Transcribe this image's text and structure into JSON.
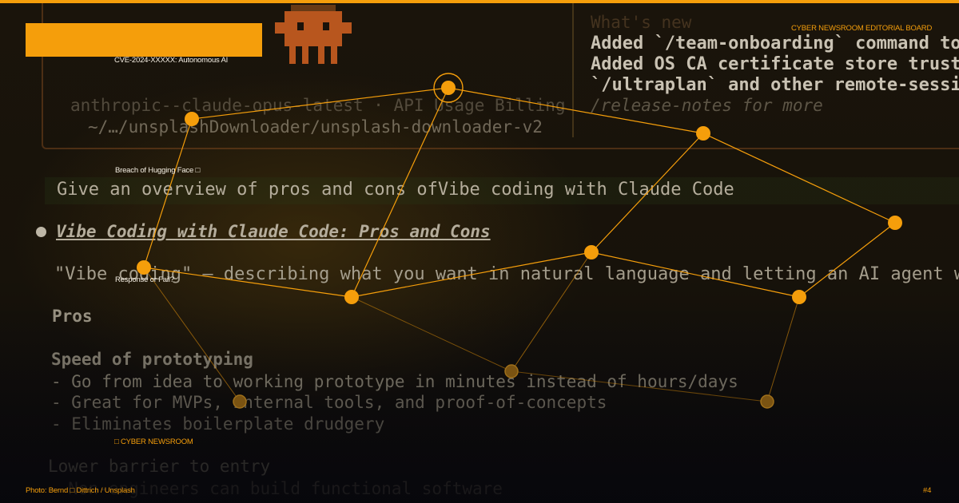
{
  "header": {
    "cve_title": "CVE-2024-XXXXX: Autonomous AI",
    "editorial_board": "CYBER NEWSROOM EDITORIAL BOARD"
  },
  "network_labels": {
    "breach": "Breach of Hugging Face □",
    "response": "Response or Fail?"
  },
  "brand": "□ CYBER NEWSROOM",
  "footer": {
    "credit": "Photo: Bernd □ Dittrich / Unsplash",
    "page_number": "#4"
  },
  "colors": {
    "accent": "#f59e0b",
    "background": "#0d0a07"
  },
  "terminal": {
    "model_line": "anthropic--claude-opus-latest · API Usage Billing",
    "path_line": "~/…/unsplashDownloader/unsplash-downloader-v2",
    "whats_new_title": "What's new",
    "whats_new_items": [
      "Added `/team-onboarding` command to g",
      "Added OS CA certificate store trust b",
      "`/ultraplan` and other remote-session"
    ],
    "release_notes": "/release-notes for more",
    "prompt": "Give an overview of pros and cons ofVibe coding with Claude Code",
    "heading": "Vibe Coding with Claude Code: Pros and Cons",
    "quote": "\"Vibe coding\" — describing what you want in natural language and letting an AI agent writ",
    "pros_label": "Pros",
    "speed_label": "Speed of prototyping",
    "speed_items": [
      "- Go from idea to working prototype in minutes instead of hours/days",
      "- Great for MVPs, internal tools, and proof-of-concepts",
      "- Eliminates boilerplate drudgery"
    ],
    "lower_label": "Lower barrier to entry",
    "lower_item": "- Non-engineers can build functional software"
  },
  "network_icons": [
    "network-graph-icon",
    "mascot-icon"
  ]
}
